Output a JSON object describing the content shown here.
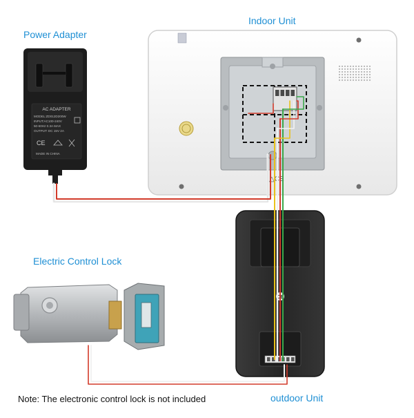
{
  "labels": {
    "power_adapter": "Power Adapter",
    "indoor_unit": "Indoor Unit",
    "electric_lock": "Electric Control Lock",
    "outdoor_unit": "outdoor Unit",
    "note": "Note:  The electronic control lock is not included"
  },
  "adapter_print": {
    "heading": "AC ADAPTER",
    "model": "MODEL:ZD012D200W",
    "input": "INPUT:AC100-240V",
    "freq": "50-60Hz 0.3A MAX",
    "output": "OUTPUT: DC 15V 2A",
    "origin": "MADE IN CHINA"
  },
  "markings": {
    "ce": "CE",
    "indoor_ce": "△CE"
  },
  "colors": {
    "label_blue": "#1e8fd4",
    "wire_red": "#d23a2a",
    "wire_white": "#f2f2f2",
    "wire_yellow": "#e9c21a",
    "wire_green": "#3aa84a",
    "outdoor_body": "#2b2b2b",
    "indoor_body": "#f3f3f3",
    "lock_body": "#b9bcbf"
  }
}
